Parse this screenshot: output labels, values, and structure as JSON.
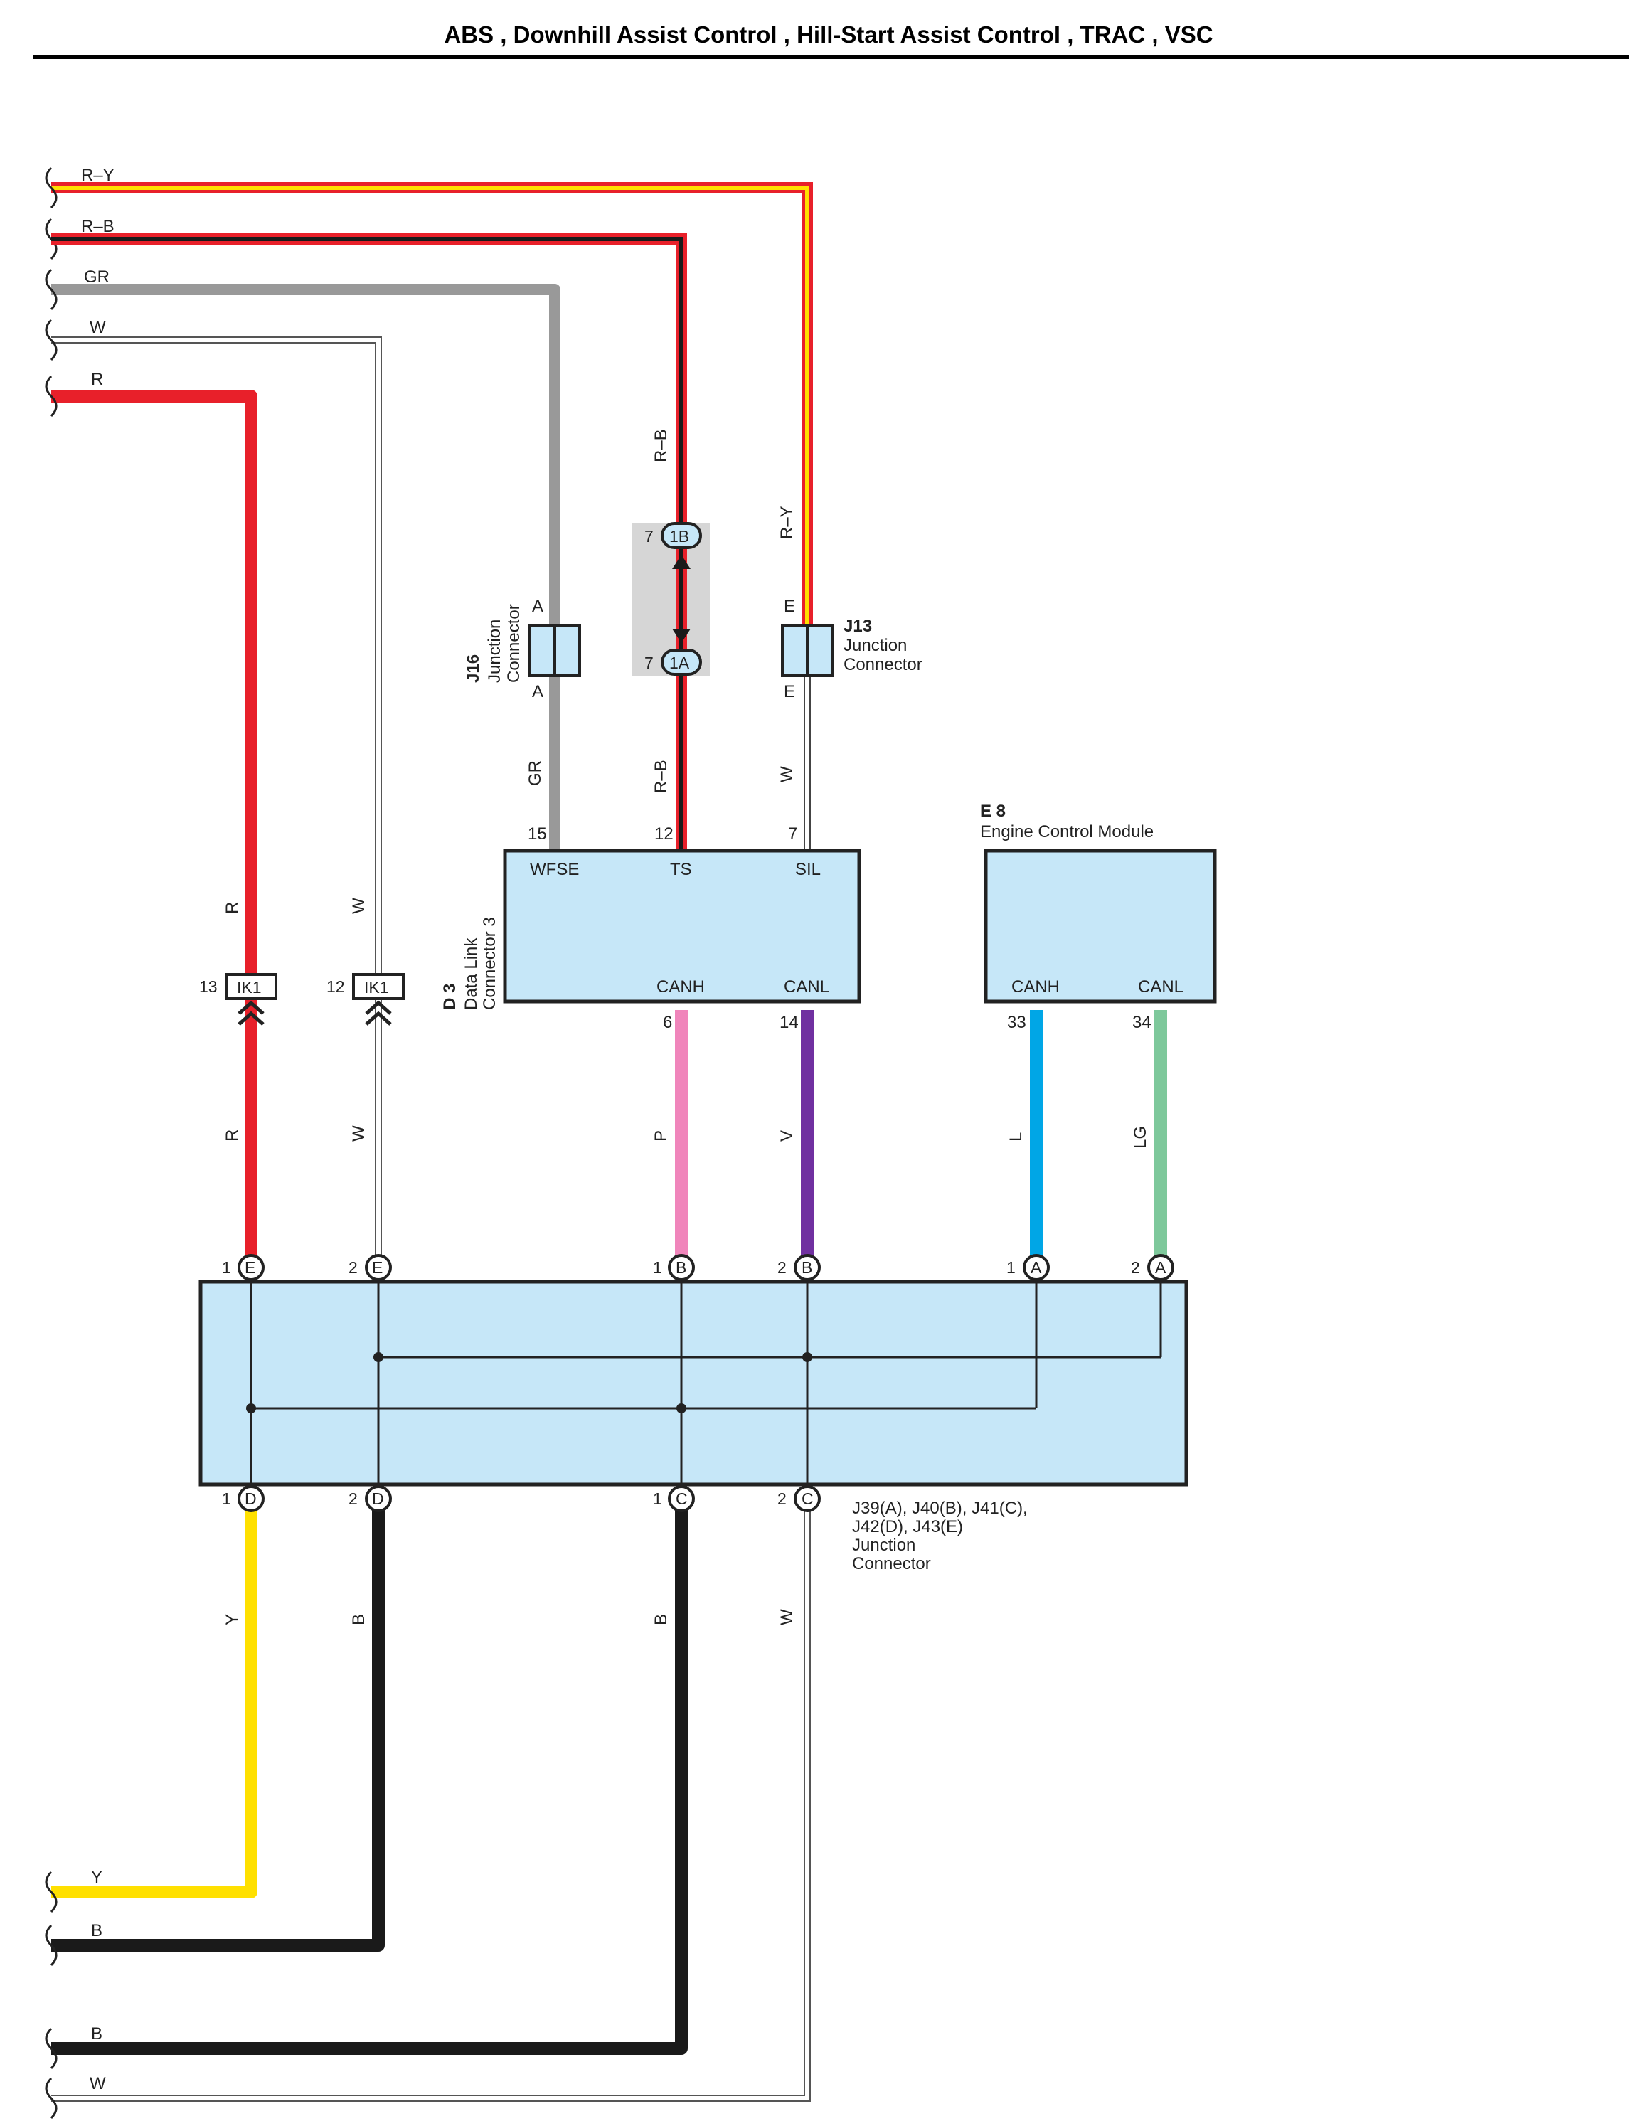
{
  "title": "ABS , Downhill Assist Control , Hill-Start Assist Control , TRAC , VSC",
  "colors": {
    "R": "#e8202a",
    "Y": "#ffe000",
    "B": "#1a1a1a",
    "W": "#ffffff",
    "GR": "#999999",
    "P": "#f085bb",
    "V": "#7030a0",
    "L": "#00a6e6",
    "LG": "#7ec89b",
    "box_fill": "#c6e7f8"
  },
  "wires_left": [
    "R–Y",
    "R–B",
    "GR",
    "W",
    "R",
    "Y",
    "B",
    "B",
    "W"
  ],
  "wire_codes": {
    "rb_top": "R–B",
    "ry_top": "R–Y",
    "gr_dlc": "GR",
    "rb_dlc": "R–B",
    "w_sil": "W",
    "r_up": "R",
    "w_up": "W",
    "r_dn": "R",
    "w_dn": "W",
    "p": "P",
    "v": "V",
    "l": "L",
    "lg": "LG",
    "y_bot": "Y",
    "b1_bot": "B",
    "b2_bot": "B",
    "w_bot": "W"
  },
  "j16": {
    "id": "J16",
    "name1": "Junction",
    "name2": "Connector",
    "pin": "A"
  },
  "j13": {
    "id": "J13",
    "name1": "Junction",
    "name2": "Connector",
    "pin": "E"
  },
  "conn_1b": {
    "pin": "7",
    "label": "1B"
  },
  "conn_1a": {
    "pin": "7",
    "label": "1A"
  },
  "ik1_r": {
    "pin": "13",
    "label": "IK1"
  },
  "ik1_w": {
    "pin": "12",
    "label": "IK1"
  },
  "d3": {
    "id": "D 3",
    "name1": "Data Link",
    "name2": "Connector 3",
    "pins": [
      {
        "num": "15",
        "name": "WFSE"
      },
      {
        "num": "12",
        "name": "TS"
      },
      {
        "num": "7",
        "name": "SIL"
      },
      {
        "num": "6",
        "name": "CANH"
      },
      {
        "num": "14",
        "name": "CANL"
      }
    ]
  },
  "e8": {
    "id": "E 8",
    "name": "Engine Control Module",
    "pins": [
      {
        "num": "33",
        "name": "CANH"
      },
      {
        "num": "34",
        "name": "CANL"
      }
    ]
  },
  "junction_block": {
    "line1": "J39(A), J40(B), J41(C),",
    "line2": "J42(D), J43(E)",
    "line3": "Junction",
    "line4": "Connector",
    "top_pins": [
      {
        "num": "1",
        "conn": "E"
      },
      {
        "num": "2",
        "conn": "E"
      },
      {
        "num": "1",
        "conn": "B"
      },
      {
        "num": "2",
        "conn": "B"
      },
      {
        "num": "1",
        "conn": "A"
      },
      {
        "num": "2",
        "conn": "A"
      }
    ],
    "bottom_pins": [
      {
        "num": "1",
        "conn": "D"
      },
      {
        "num": "2",
        "conn": "D"
      },
      {
        "num": "1",
        "conn": "C"
      },
      {
        "num": "2",
        "conn": "C"
      }
    ]
  }
}
